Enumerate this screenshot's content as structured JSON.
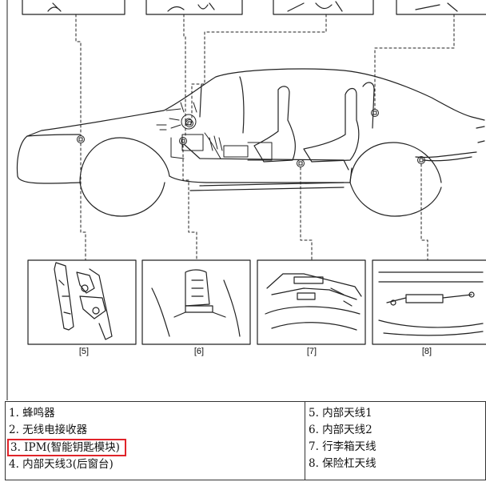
{
  "detail_labels": [
    "[5]",
    "[6]",
    "[7]",
    "[8]"
  ],
  "legend": {
    "left": [
      {
        "text": "1. 蜂鸣器"
      },
      {
        "text": "2. 无线电接收器"
      },
      {
        "text": "3. IPM(智能钥匙模块)",
        "highlighted": true
      },
      {
        "text": "4. 内部天线3(后窗台)"
      }
    ],
    "right": [
      {
        "text": "5. 内部天线1"
      },
      {
        "text": "6. 内部天线2"
      },
      {
        "text": "7. 行李箱天线"
      },
      {
        "text": "8. 保险杠天线"
      }
    ]
  },
  "colors": {
    "line": "#222222",
    "highlight_box": "#e0242a",
    "background": "#ffffff"
  },
  "icons": [
    "antenna-marker-icon"
  ]
}
